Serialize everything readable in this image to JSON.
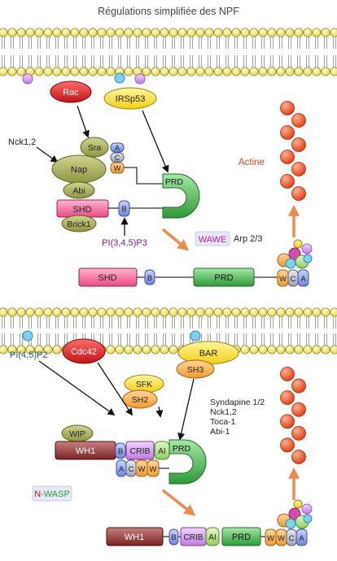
{
  "title": "Régulations simplifiée des NPF",
  "top": {
    "rac": "Rac",
    "irsp53": "IRSp53",
    "nck": "Nck1,2",
    "sra": "Sra",
    "nap": "Nap",
    "abi": "Abi",
    "shd": "SHD",
    "brick1": "Brick1",
    "a": "A",
    "c": "C",
    "w": "W",
    "b": "B",
    "prd": "PRD",
    "pip3": "PI(3,4,5)P3",
    "actine": "Actine",
    "wawe": "WAWE",
    "arp": "Arp 2/3",
    "lin_shd": "SHD",
    "lin_b": "B",
    "lin_prd": "PRD",
    "lin_w": "W",
    "lin_c": "C",
    "lin_a": "A"
  },
  "bottom": {
    "pip2": "PI(4,5)P2",
    "cdc42": "Cdc42",
    "sfk": "SFK",
    "sh2": "SH2",
    "bar": "BAR",
    "sh3": "SH3",
    "partners": [
      "Syndapine 1/2",
      "Nck1,2",
      "Toca-1",
      "Abi-1"
    ],
    "wip": "WIP",
    "wh1": "WH1",
    "b": "B",
    "crib": "CRIB",
    "ai": "AI",
    "prd": "PRD",
    "a": "A",
    "c": "C",
    "w1": "W",
    "w2": "W",
    "nwasp_n": "N",
    "nwasp_rest": "-WASP",
    "lin_wh1": "WH1",
    "lin_b": "B",
    "lin_crib": "CRIB",
    "lin_ai": "AI",
    "lin_prd": "PRD",
    "lin_w1": "W",
    "lin_w2": "W",
    "lin_c": "C",
    "lin_a": "A"
  }
}
